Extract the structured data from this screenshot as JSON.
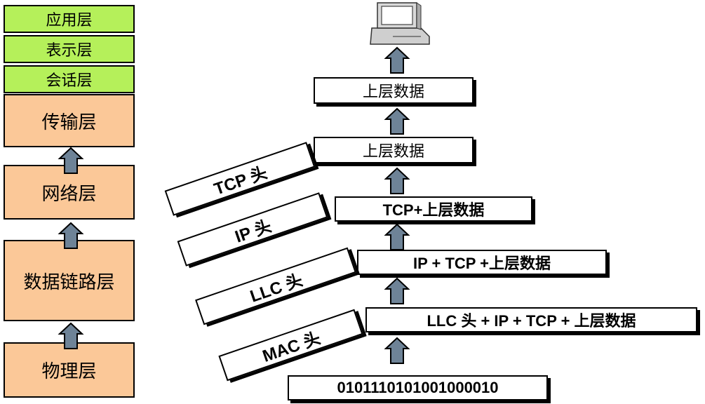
{
  "osi_layers": {
    "application": "应用层",
    "presentation": "表示层",
    "session": "会话层",
    "transport": "传输层",
    "network": "网络层",
    "datalink": "数据链路层",
    "physical": "物理层"
  },
  "frames": {
    "upper_data_top": "上层数据",
    "upper_data": "上层数据",
    "tcp_segment": "TCP+上层数据",
    "ip_packet": "IP + TCP +上层数据",
    "llc_frame": "LLC 头 + IP + TCP + 上层数据",
    "bits": "0101110101001000010"
  },
  "headers": {
    "tcp": "TCP 头",
    "ip": "IP 头",
    "llc": "LLC 头",
    "mac": "MAC 头"
  },
  "colors": {
    "upper_layers": "#b5f05a",
    "lower_layers": "#fbc898",
    "arrow": "#6e8397"
  },
  "icons": {
    "computer": "desktop-computer-icon"
  }
}
